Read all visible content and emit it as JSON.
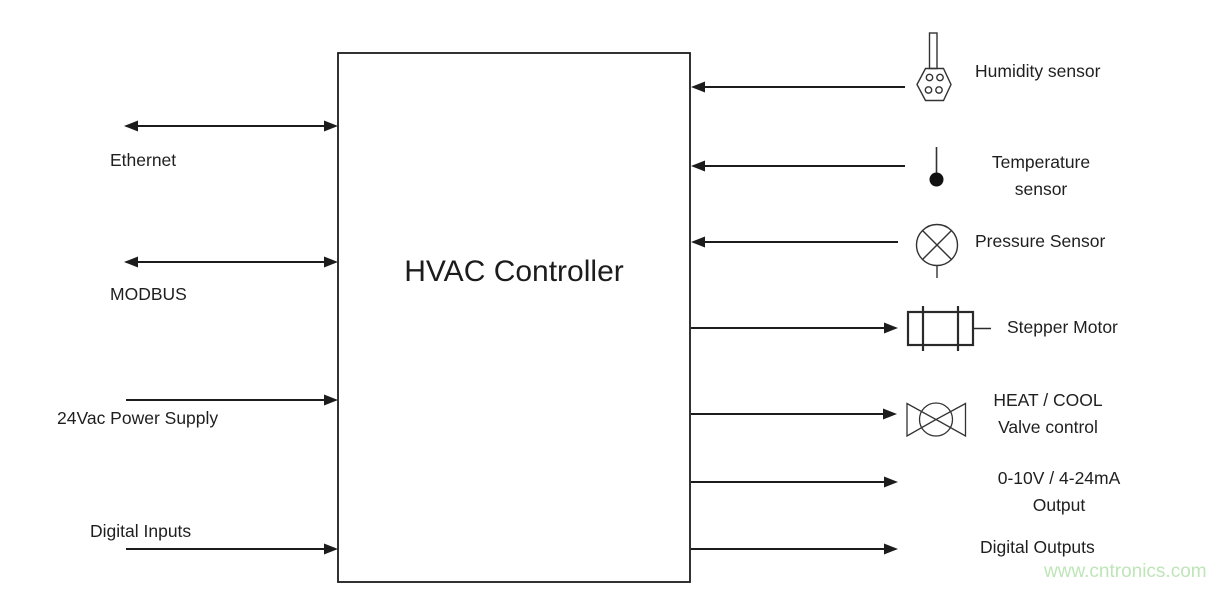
{
  "controller": {
    "title": "HVAC Controller"
  },
  "watermark": {
    "text": "www.cntronics.com",
    "color": "#bee5b8"
  },
  "colors": {
    "line": "#1c1c1c",
    "background": "#ffffff"
  },
  "left_ports": [
    {
      "label": "Ethernet",
      "direction": "bidirectional"
    },
    {
      "label": "MODBUS",
      "direction": "bidirectional"
    },
    {
      "label": "24Vac Power Supply",
      "direction": "to-controller"
    },
    {
      "label": "Digital Inputs",
      "direction": "to-controller"
    }
  ],
  "right_ports": [
    {
      "lines": [
        "Humidity sensor"
      ],
      "direction": "to-controller",
      "icon": "humidity-sensor-icon"
    },
    {
      "lines": [
        "Temperature",
        "sensor"
      ],
      "direction": "to-controller",
      "icon": "temperature-sensor-icon"
    },
    {
      "lines": [
        "Pressure Sensor"
      ],
      "direction": "to-controller",
      "icon": "pressure-sensor-icon"
    },
    {
      "lines": [
        "Stepper Motor"
      ],
      "direction": "from-controller",
      "icon": "stepper-motor-icon"
    },
    {
      "lines": [
        "HEAT / COOL",
        "Valve control"
      ],
      "direction": "from-controller",
      "icon": "valve-icon"
    },
    {
      "lines": [
        "0-10V / 4-24mA",
        "Output"
      ],
      "direction": "from-controller"
    },
    {
      "lines": [
        "Digital Outputs"
      ],
      "direction": "from-controller"
    }
  ]
}
